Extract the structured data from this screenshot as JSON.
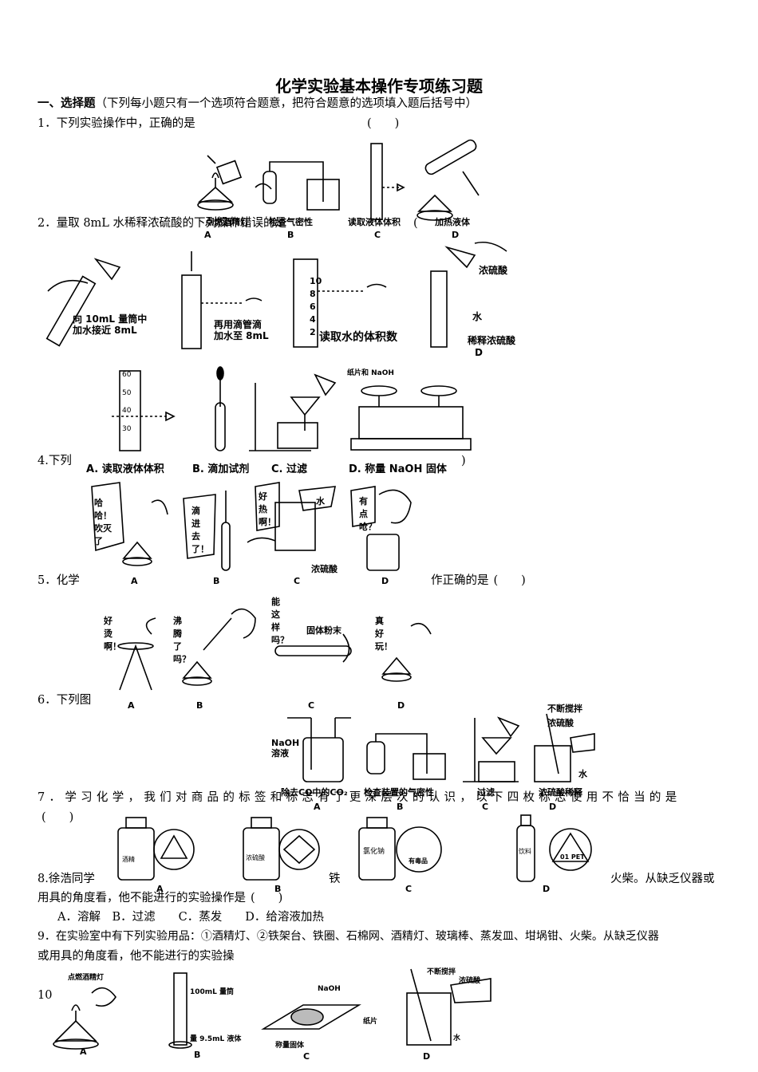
{
  "title": "化学实验基本操作专项练习题",
  "section1": {
    "heading": "一、选择题",
    "note": "（下列每小题只有一个选项符合题意，把符合题意的选项填入题后括号中）"
  },
  "q1": {
    "text": "1．下列实验操作中，正确的是",
    "bracket": "(　　)",
    "captions": [
      "点燃酒精灯",
      "检查气密性",
      "读取液体体积",
      "加热液体"
    ],
    "letters": [
      "A",
      "B",
      "C",
      "D"
    ]
  },
  "q2": {
    "text": "2．量取 8mL 水稀释浓硫酸的下列操作错误的是",
    "bracket": "(",
    "capA": "向 10mL 量筒中\n加水接近 8mL",
    "capB": "再用滴管滴\n加水至 8mL",
    "capC": "读取水的体积数",
    "labelD1": "浓硫酸",
    "labelD2": "水",
    "capD": "稀释浓硫酸",
    "ticks": [
      "10",
      "8",
      "6",
      "4",
      "2"
    ],
    "letterD": "D"
  },
  "q3": {
    "captions": [
      "A. 读取液体体积",
      "B. 滴加试剂",
      "C. 过滤",
      "D. 称量 NaOH 固体"
    ],
    "ticksA": [
      "60",
      "50",
      "40",
      "30"
    ],
    "paperLabel": "纸片和 NaOH"
  },
  "q4": {
    "text": "4.下列",
    "bracket": ")",
    "bubbleA": "哈哈！吹灭了",
    "bubbleB": "滴进去了！",
    "bubbleC": "好热啊！",
    "waterC": "水",
    "acidC": "浓硫酸",
    "bubbleD": "有点呛？",
    "letters": [
      "A",
      "B",
      "C",
      "D"
    ]
  },
  "q5": {
    "text": "5．化学",
    "tail": "作正确的是",
    "bracket": "(　　)",
    "bubbleA": "好烫啊！",
    "bubbleB": "沸腾了吗？",
    "bubbleC": "能这样吗？",
    "powder": "固体粉末",
    "bubbleD": "真好玩！",
    "letters": [
      "A",
      "B",
      "C",
      "D"
    ]
  },
  "q6": {
    "text": "6．下列图",
    "naoh": "NaOH",
    "soln": "溶液",
    "capA": "除去CO中的CO₂",
    "capB": "检查装置的气密性",
    "capC": "过滤",
    "capD": "浓硫酸稀释",
    "stir": "不断搅拌",
    "acid": "浓硫酸",
    "water": "水",
    "letters": [
      "A",
      "B",
      "C",
      "D"
    ]
  },
  "q7": {
    "text": "7．学习化学，我们对商品的标签和标志有了更深层次的认识，以下四枚标志使用不恰当的是",
    "bracket": "(　　)",
    "labels": [
      "酒精",
      "浓硫酸",
      "氯化钠",
      "饮料"
    ],
    "toxic": "有毒品",
    "pet": "01 PET",
    "letters": [
      "A",
      "B",
      "C",
      "D"
    ]
  },
  "q8": {
    "text": "8.徐浩同学",
    "mid": "铁",
    "tail": "火柴。从缺乏仪器或",
    "line2": "用具的角度看，他不能进行的实验操作是",
    "bracket": "(　　)",
    "options": "A．溶解　B．过滤　　C．蒸发　　D．给溶液加热"
  },
  "q9": {
    "text": "9．在实验室中有下列实验用品：①酒精灯、②铁架台、铁圈、石棉网、酒精灯、玻璃棒、蒸发皿、坩埚钳、火柴。从缺乏仪器",
    "line2": "或用具的角度看，他不能进行的实验操"
  },
  "q10": {
    "num": "10",
    "capA": "点燃酒精灯",
    "capB1": "100mL 量筒",
    "capB2": "量 9.5mL 液体",
    "naoh": "NaOH",
    "paper": "纸片",
    "capC": "称量固体",
    "stir": "不断搅拌",
    "acid": "浓硫酸",
    "water": "水",
    "letters": [
      "A",
      "B",
      "C",
      "D"
    ]
  }
}
